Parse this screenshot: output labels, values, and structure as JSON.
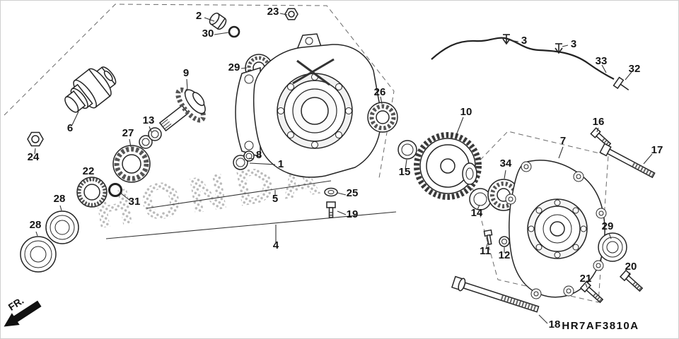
{
  "diagram": {
    "code": "HR7AF3810A",
    "fr_label": "FR.",
    "watermark": "HONDA"
  },
  "labels": [
    {
      "text": "2"
    },
    {
      "text": "30"
    },
    {
      "text": "23"
    },
    {
      "text": "3"
    },
    {
      "text": "3"
    },
    {
      "text": "33"
    },
    {
      "text": "32"
    },
    {
      "text": "29"
    },
    {
      "text": "9"
    },
    {
      "text": "26"
    },
    {
      "text": "6"
    },
    {
      "text": "13"
    },
    {
      "text": "27"
    },
    {
      "text": "24"
    },
    {
      "text": "10"
    },
    {
      "text": "16"
    },
    {
      "text": "17"
    },
    {
      "text": "8"
    },
    {
      "text": "1"
    },
    {
      "text": "15"
    },
    {
      "text": "34"
    },
    {
      "text": "7"
    },
    {
      "text": "22"
    },
    {
      "text": "31"
    },
    {
      "text": "5"
    },
    {
      "text": "25"
    },
    {
      "text": "28"
    },
    {
      "text": "28"
    },
    {
      "text": "19"
    },
    {
      "text": "14"
    },
    {
      "text": "4"
    },
    {
      "text": "11"
    },
    {
      "text": "12"
    },
    {
      "text": "29"
    },
    {
      "text": "20"
    },
    {
      "text": "21"
    },
    {
      "text": "18"
    }
  ]
}
